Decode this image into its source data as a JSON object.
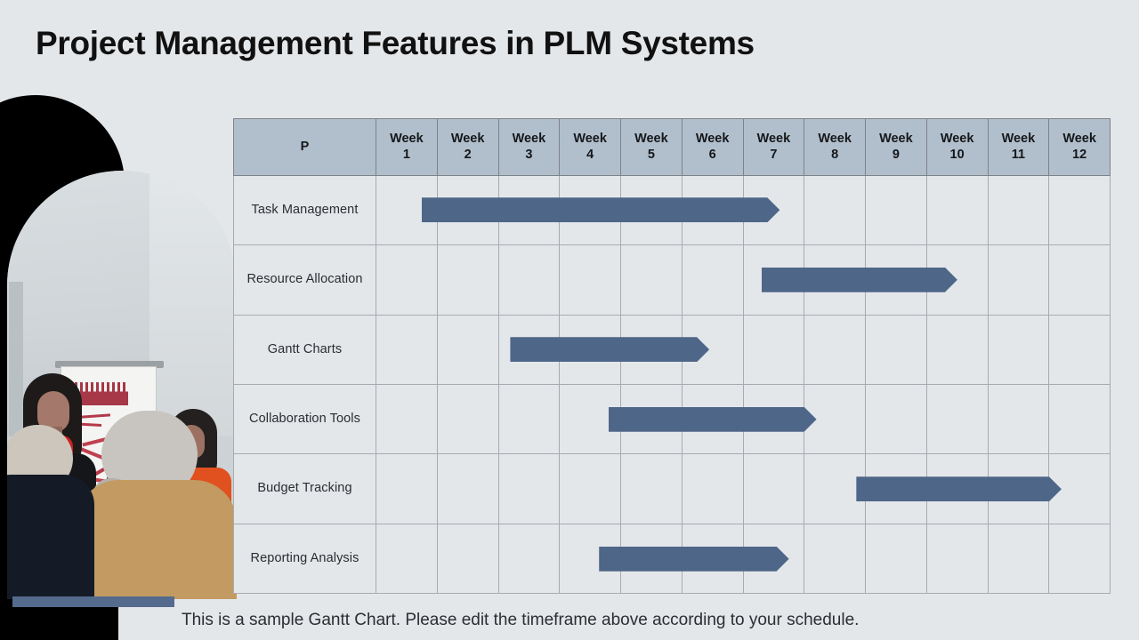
{
  "slide": {
    "title": "Project Management Features in PLM Systems",
    "footer_note": "This is a sample Gantt Chart. Please edit the timeframe above according to your schedule.",
    "background_color": "#e4e7ea",
    "accent_color": "#556b8d",
    "header_color": "#b1bfcc",
    "bar_color": "#4e6688"
  },
  "chart_data": {
    "type": "bar",
    "chart_style": "gantt",
    "title": "Project Management Features in PLM Systems",
    "xlabel": "",
    "ylabel": "",
    "first_column_header": "P",
    "categories": [
      "Week 1",
      "Week 2",
      "Week 3",
      "Week 4",
      "Week 5",
      "Week 6",
      "Week 7",
      "Week 8",
      "Week 9",
      "Week 10",
      "Week 11",
      "Week 12"
    ],
    "xlim": [
      1,
      13
    ],
    "grid": true,
    "legend": "none",
    "tasks": [
      {
        "name": "Task Management",
        "start_week": 1.75,
        "end_week": 7.6,
        "duration_weeks": 5.85
      },
      {
        "name": "Resource Allocation",
        "start_week": 7.3,
        "end_week": 10.5,
        "duration_weeks": 3.2
      },
      {
        "name": "Gantt Charts",
        "start_week": 3.2,
        "end_week": 6.45,
        "duration_weeks": 3.25
      },
      {
        "name": "Collaboration Tools",
        "start_week": 4.8,
        "end_week": 8.2,
        "duration_weeks": 3.4
      },
      {
        "name": "Budget Tracking",
        "start_week": 8.85,
        "end_week": 12.2,
        "duration_weeks": 3.35
      },
      {
        "name": "Reporting Analysis",
        "start_week": 4.65,
        "end_week": 7.75,
        "duration_weeks": 3.1
      }
    ]
  }
}
